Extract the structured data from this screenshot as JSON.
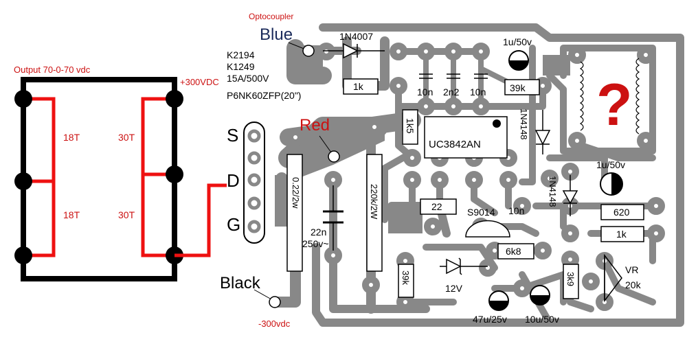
{
  "colors": {
    "trace": "#888888",
    "background": "#ffffff",
    "wire": "#ee1111",
    "frame": "#000000",
    "label_red": "#cc1111",
    "label_navy": "#1a2a5a"
  },
  "transformer": {
    "output_label": "Output 70-0-70 vdc",
    "input_label": "+300VDC",
    "secondary_top": "18T",
    "secondary_bottom": "18T",
    "primary_top": "30T",
    "primary_bottom": "30T"
  },
  "wires": {
    "blue": "Blue",
    "red": "Red",
    "black": "Black",
    "optocoupler": "Optocoupler",
    "minus300": "-300vdc"
  },
  "mosfet": {
    "parts": [
      "K2194",
      "K1249",
      "15A/500V",
      "P6NK60ZFP(20\")"
    ],
    "pins": [
      "S",
      "D",
      "G"
    ]
  },
  "components": {
    "d1": "1N4007",
    "r1k_top": "1k",
    "c10n_a": "10n",
    "c2n2": "2n2",
    "c10n_b": "10n",
    "r39k_top": "39k",
    "c1u_top": "1u/50v",
    "r1k5": "1k5",
    "ic": "UC3842AN",
    "d_1n4148_a": "1N4148",
    "r022": "0.22/2w",
    "r220k": "220k/2W",
    "r22": "22",
    "c22n": "22n",
    "c22n_v": "250v~",
    "c10n_c": "10n",
    "q": "S9014",
    "r6k8": "6k8",
    "r39k_bot": "39k",
    "zener": "12V",
    "c47u": "47u/25v",
    "c10u": "10u/50v",
    "c1u_right": "1u/50v",
    "d_1n4148_b": "1N4148",
    "r620": "620",
    "r1k_right": "1k",
    "r3k9": "3k9",
    "vr": "VR",
    "vr_val": "20k",
    "unknown": "?"
  }
}
